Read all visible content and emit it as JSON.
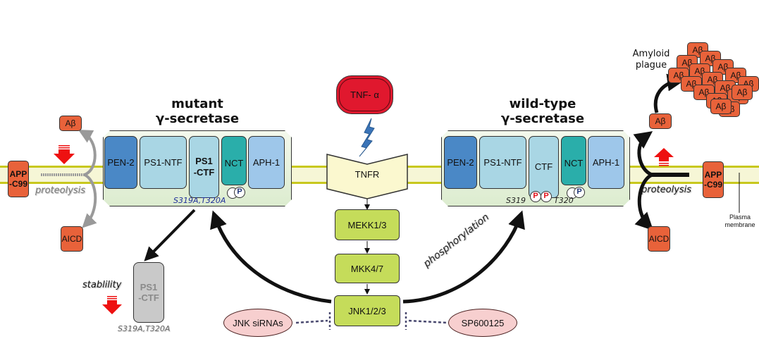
{
  "titles": {
    "mutant": [
      "mutant",
      "γ-secretase"
    ],
    "wildtype": [
      "wild-type",
      "γ-secretase"
    ]
  },
  "mutant_complex": {
    "subunits": [
      "PEN-2",
      "PS1-NTF",
      "PS1\n-CTF",
      "NCT",
      "APH-1"
    ],
    "phospho": "P",
    "site_label": "S319A,T320A"
  },
  "wildtype_complex": {
    "subunits": [
      "PEN-2",
      "PS1-NTF",
      "CTF",
      "NCT",
      "APH-1"
    ],
    "phospho": "P",
    "site_left": "S319",
    "site_right": "T320"
  },
  "left_side": {
    "abeta": "Aβ",
    "app": "APP\n-C99",
    "aicd": "AICD",
    "proteolysis": "proteolysis",
    "arrow": "down (decreased)"
  },
  "right_side": {
    "abeta": "Aβ",
    "app": "APP\n-C99",
    "aicd": "AICD",
    "proteolysis": "proteolysis",
    "arrow": "up (increased)",
    "plaque_label": [
      "Amyloid",
      "plague"
    ],
    "plaque_unit": "Aβ",
    "membrane_label": [
      "Plasma",
      "membrane"
    ]
  },
  "degraded": {
    "label": "PS1\n-CTF",
    "site_label": "S319A,T320A",
    "stability": "stablility"
  },
  "pathway": {
    "ligand": "TNF- α",
    "receptor": "TNFR",
    "kinases": [
      "MEKK1/3",
      "MKK4/7",
      "JNK1/2/3"
    ],
    "phosphorylation": "phosphorylation",
    "inhibitors": [
      "JNK siRNAs",
      "SP600125"
    ]
  },
  "colors": {
    "membrane": "#c8c81e",
    "abeta": "#e8623a",
    "kinase": "#c5dc5a",
    "tnf": "#e0182e",
    "inhibitor": "#f7cfcf",
    "down_up_arrow": "#ee1111"
  }
}
